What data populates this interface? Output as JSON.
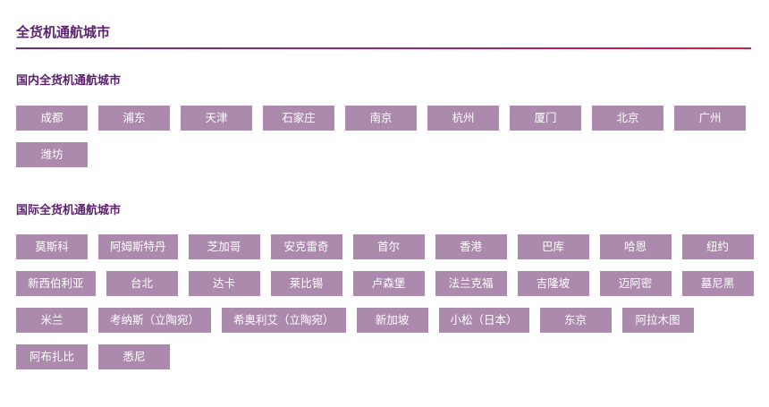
{
  "page": {
    "title": "全货机通航城市"
  },
  "domestic": {
    "title": "国内全货机通航城市",
    "cities": [
      "成都",
      "浦东",
      "天津",
      "石家庄",
      "南京",
      "杭州",
      "厦门",
      "北京",
      "广州",
      "潍坊"
    ]
  },
  "international": {
    "title": "国际全货机通航城市",
    "cities": [
      "莫斯科",
      "阿姆斯特丹",
      "芝加哥",
      "安克雷奇",
      "首尔",
      "香港",
      "巴库",
      "哈恩",
      "纽约",
      "新西伯利亚",
      "台北",
      "达卡",
      "莱比锡",
      "卢森堡",
      "法兰克福",
      "吉隆坡",
      "迈阿密",
      "墓尼黑",
      "米兰",
      "考纳斯（立陶宛）",
      "希奥利艾（立陶宛）",
      "新加坡",
      "小松（日本）",
      "东京",
      "阿拉木图",
      "阿布扎比",
      "悉尼"
    ]
  },
  "colors": {
    "title_text": "#5b1f6e",
    "tag_background": "#ac8aad",
    "tag_text": "#ffffff",
    "rule_start": "#6a2c91",
    "rule_end": "#d4213d"
  }
}
